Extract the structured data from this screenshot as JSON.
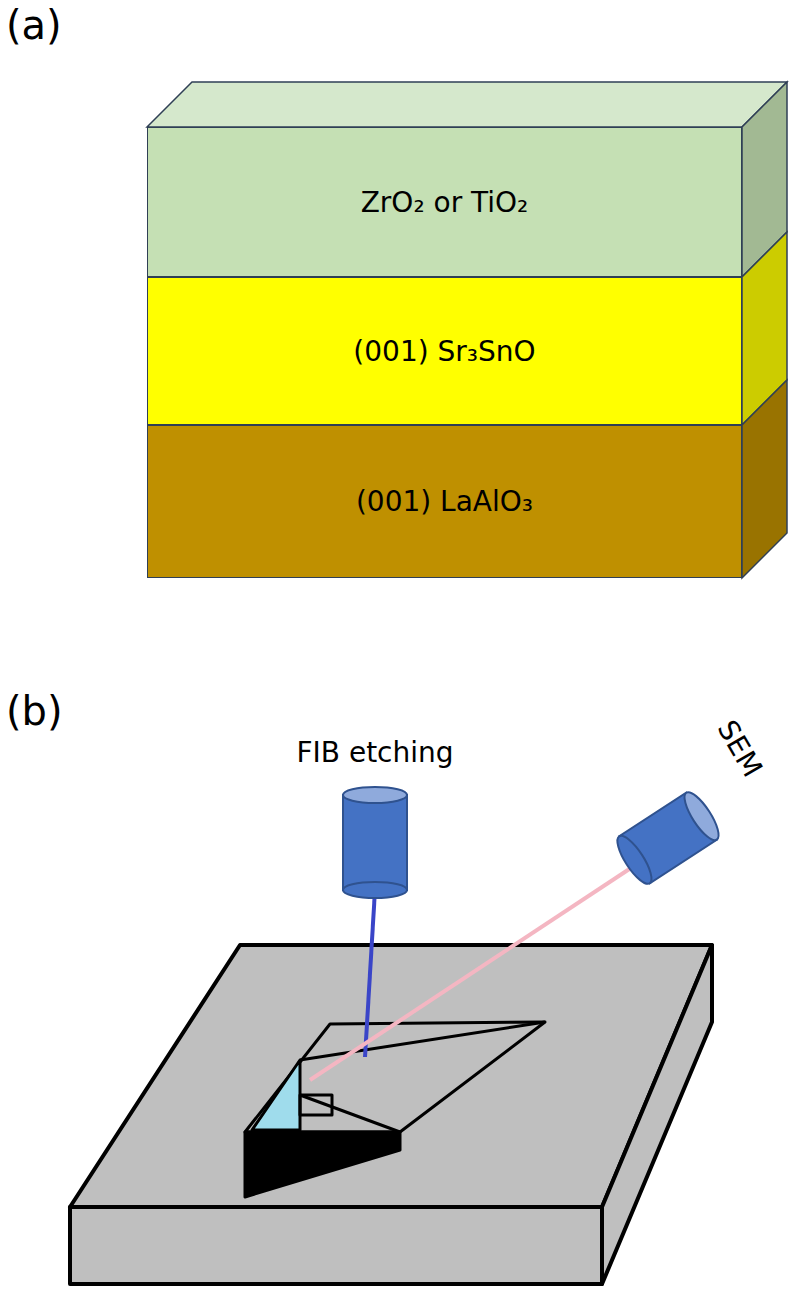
{
  "diagram": {
    "nodes": [
      {
        "text": [
          "ZrO₂ or TiO₂"
        ]
      },
      {
        "text": [
          "(001) Sr₃SnO"
        ]
      },
      {
        "text": [
          "(001) LaAlO₃"
        ]
      }
    ],
    "labels": [
      "(a)",
      "(b)",
      "FIB etching",
      "SEM"
    ]
  }
}
